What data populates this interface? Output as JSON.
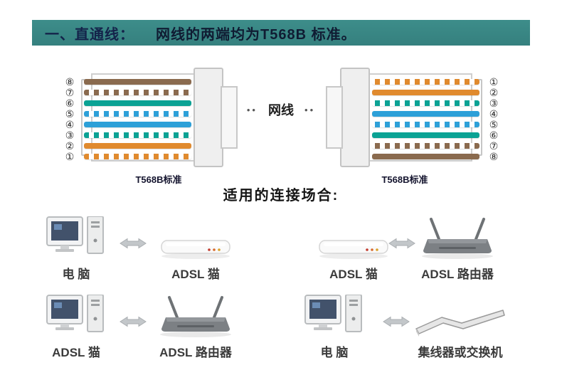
{
  "header": {
    "section_label": "一、直通线：",
    "description": "网线的两端均为T568B 标准。"
  },
  "cable": {
    "label": "网线",
    "dots_left": "••",
    "dots_right": "••"
  },
  "connectors": {
    "left": {
      "standard_label": "T568B标准",
      "pins": [
        "⑧",
        "⑦",
        "⑥",
        "⑤",
        "④",
        "③",
        "②",
        "①"
      ],
      "wires": [
        "brown",
        "brown-white",
        "green",
        "blue-white",
        "blue",
        "green-white",
        "orange",
        "orange-white"
      ]
    },
    "right": {
      "standard_label": "T568B标准",
      "pins": [
        "①",
        "②",
        "③",
        "④",
        "⑤",
        "⑥",
        "⑦",
        "⑧"
      ],
      "wires": [
        "orange-white",
        "orange",
        "green-white",
        "blue",
        "blue-white",
        "green",
        "brown-white",
        "brown"
      ]
    }
  },
  "wire_colors": {
    "brown": "#8a6a4e",
    "orange": "#e08a2e",
    "green": "#0ba294",
    "blue": "#2da0d8",
    "white": "#ffffff"
  },
  "colors": {
    "header_bg": "#35807e",
    "header_text": "#14234a"
  },
  "scenarios": {
    "title": "适用的连接场合:",
    "rows": [
      {
        "items": [
          {
            "type": "computer",
            "label": "电 脑"
          },
          {
            "type": "adsl-modem",
            "label": "ADSL 猫"
          },
          {
            "type": "adsl-modem",
            "label": "ADSL 猫"
          },
          {
            "type": "adsl-router",
            "label": "ADSL 路由器"
          }
        ]
      },
      {
        "items": [
          {
            "type": "computer",
            "label": "ADSL 猫"
          },
          {
            "type": "adsl-router",
            "label": "ADSL 路由器"
          },
          {
            "type": "computer",
            "label": "电 脑"
          },
          {
            "type": "hub-switch",
            "label": "集线器或交换机"
          }
        ]
      }
    ]
  }
}
